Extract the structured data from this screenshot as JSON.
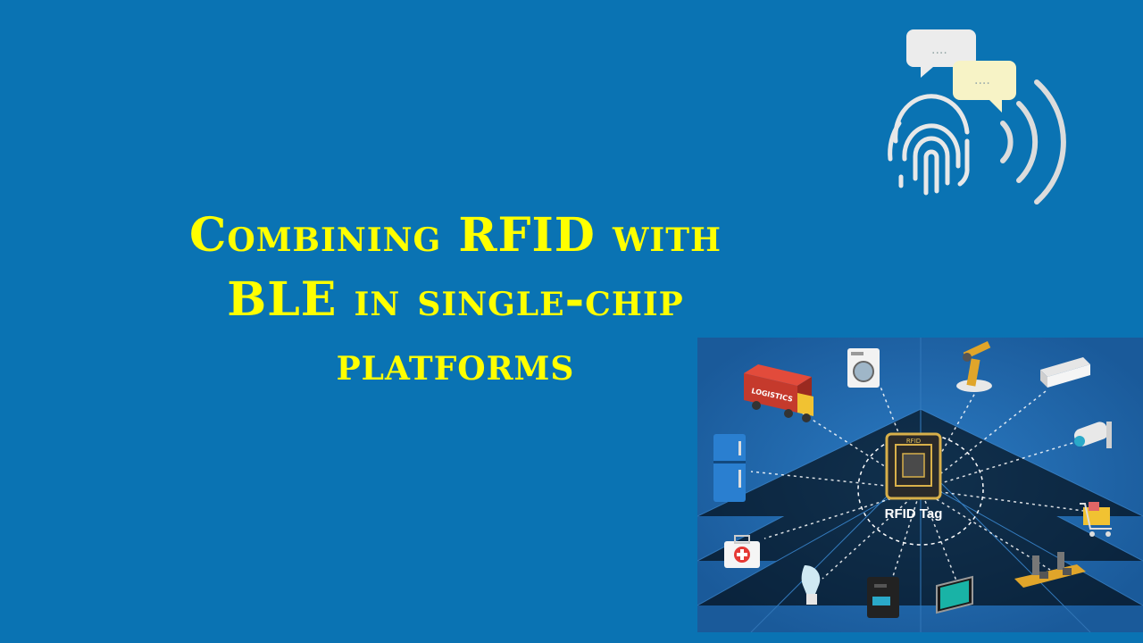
{
  "slide": {
    "title_lines": [
      "Combining RFID with",
      "BLE in single-chip",
      "platforms"
    ]
  },
  "diagram": {
    "center_label": "RFID Tag",
    "chip_caption": "RFID",
    "truck_label": "LOGISTICS",
    "icons": [
      "truck-icon",
      "washing-machine-icon",
      "robot-arm-icon",
      "air-conditioner-icon",
      "security-camera-icon",
      "shopping-cart-icon",
      "assembly-line-icon",
      "monitor-icon",
      "coffee-machine-icon",
      "light-bulb-icon",
      "first-aid-kit-icon",
      "refrigerator-icon"
    ]
  },
  "colors": {
    "background": "#0a73b3",
    "title": "#ffff00",
    "panel": "#1e5fa0"
  }
}
